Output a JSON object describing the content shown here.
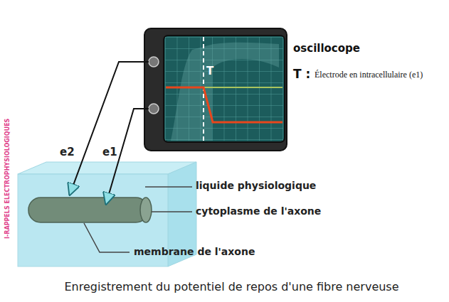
{
  "diagram": {
    "caption": "Enregistrement du potentiel de repos d'une fibre nerveuse",
    "labels": [
      "oscillocope",
      "T :",
      "Électrode en intracellulaire (e1)",
      "T",
      "e2",
      "e1",
      "liquide physiologique",
      "cytoplasme de l'axone",
      "membrane de l'axone",
      "I-RAPPELS ELECTROPHYSIOLOGIQUES"
    ]
  }
}
